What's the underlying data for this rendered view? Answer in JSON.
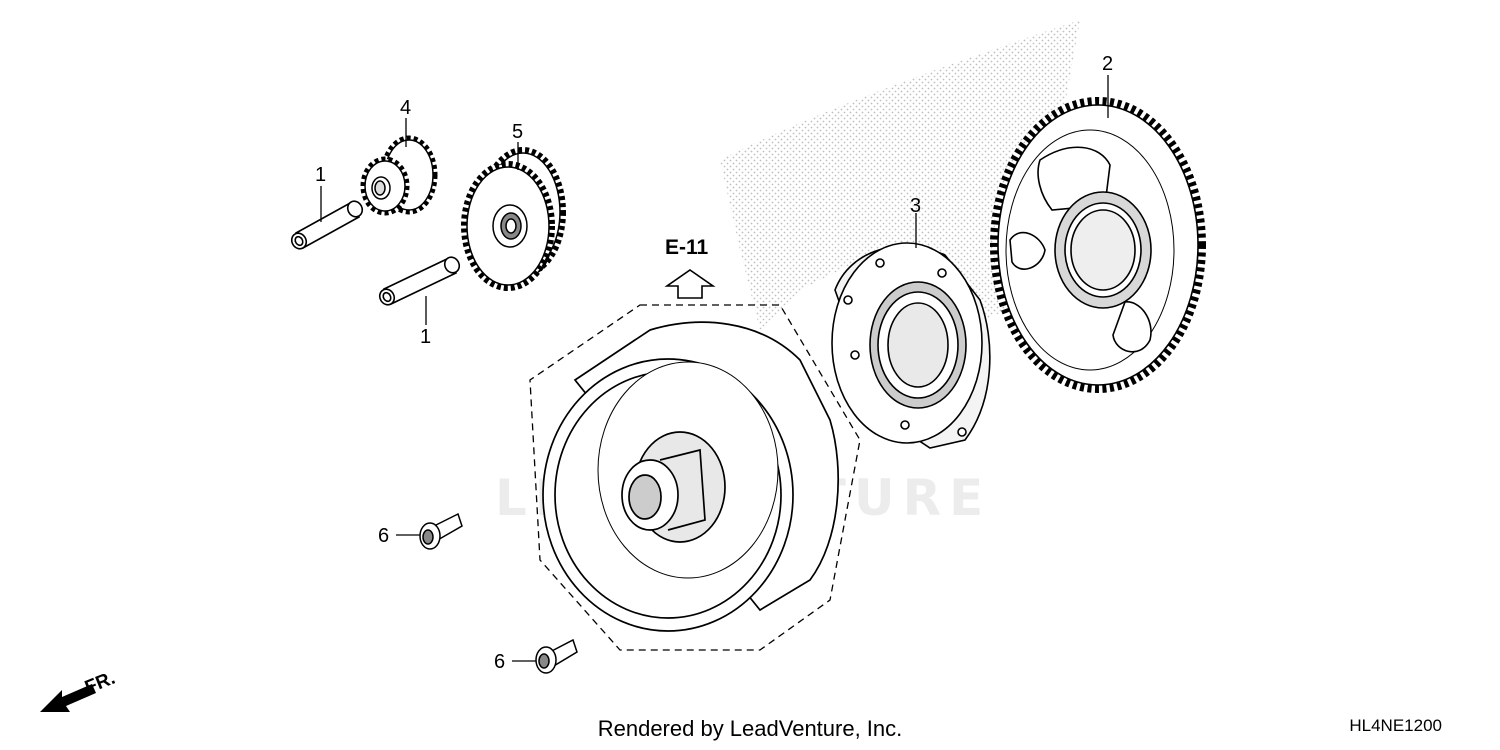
{
  "diagram": {
    "reference_label": "E-11",
    "direction_label": "FR.",
    "watermark": "LEADVENTURE",
    "callouts": [
      {
        "id": "1a",
        "number": "1",
        "part": "pin"
      },
      {
        "id": "1b",
        "number": "1",
        "part": "pin"
      },
      {
        "id": "2",
        "number": "2",
        "part": "starter driven gear"
      },
      {
        "id": "3",
        "number": "3",
        "part": "one-way clutch"
      },
      {
        "id": "4",
        "number": "4",
        "part": "reduction gear"
      },
      {
        "id": "5",
        "number": "5",
        "part": "idle gear"
      },
      {
        "id": "6a",
        "number": "6",
        "part": "bolt"
      },
      {
        "id": "6b",
        "number": "6",
        "part": "bolt"
      }
    ]
  },
  "footer": {
    "credit": "Rendered by LeadVenture, Inc.",
    "diagram_code": "HL4NE1200"
  },
  "colors": {
    "line": "#000000",
    "background": "#ffffff",
    "shade": "#9a9a9a"
  }
}
